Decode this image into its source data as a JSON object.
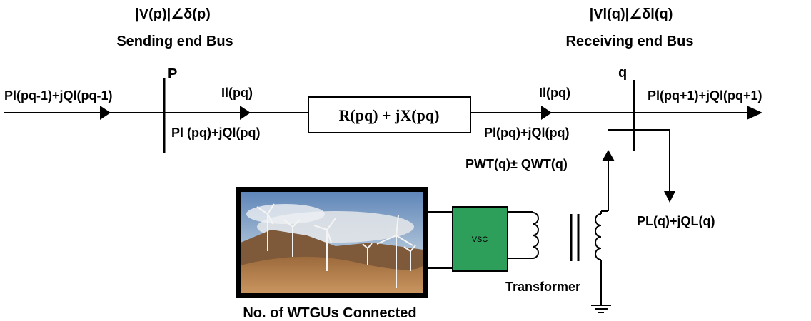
{
  "sending_bus": {
    "voltage": "|V(p)|∠δ(p)",
    "title": "Sending end Bus",
    "node": "P"
  },
  "receiving_bus": {
    "voltage": "|Vl(q)|∠δl(q)",
    "title": "Receiving end Bus",
    "node": "q"
  },
  "flows": {
    "incoming_power": "Pl(pq-1)+jQl(pq-1)",
    "sending_current": "Il(pq)",
    "sending_power": "Pl (pq)+jQl(pq)",
    "receiving_current": "Il(pq)",
    "receiving_power": "Pl(pq)+jQl(pq)",
    "outgoing_power": "Pl(pq+1)+jQl(pq+1)"
  },
  "line_impedance": "R(pq) + jX(pq)",
  "wind_injection": "PWT(q)± QWT(q)",
  "load": "PL(q)+jQL(q)",
  "converter_label": "VSC",
  "transformer_label": "Transformer",
  "wind_farm_caption": "No. of WTGUs Connected",
  "colors": {
    "line": "#000000",
    "vsc_fill": "#2e9e5b",
    "sky": "#7fa3c9",
    "hills": "#b47a45"
  }
}
